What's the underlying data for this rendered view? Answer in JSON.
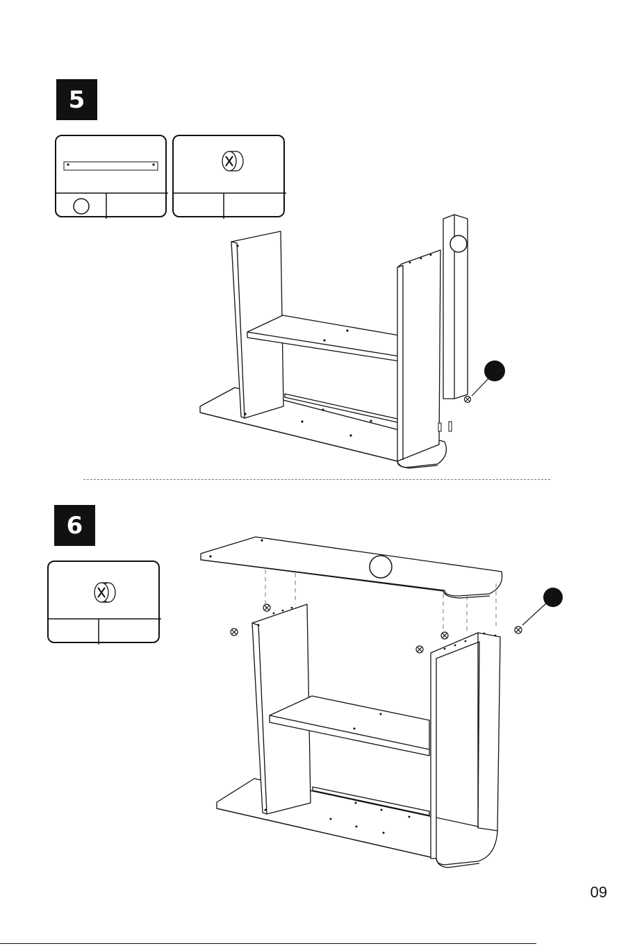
{
  "steps": [
    {
      "number": "5"
    },
    {
      "number": "6"
    }
  ],
  "page_number": "09",
  "icons": {
    "panel": "long-panel-icon",
    "cam": "cam-lock-icon",
    "callout": "callout-circle-icon",
    "dowel": "wooden-dowel-icon"
  }
}
